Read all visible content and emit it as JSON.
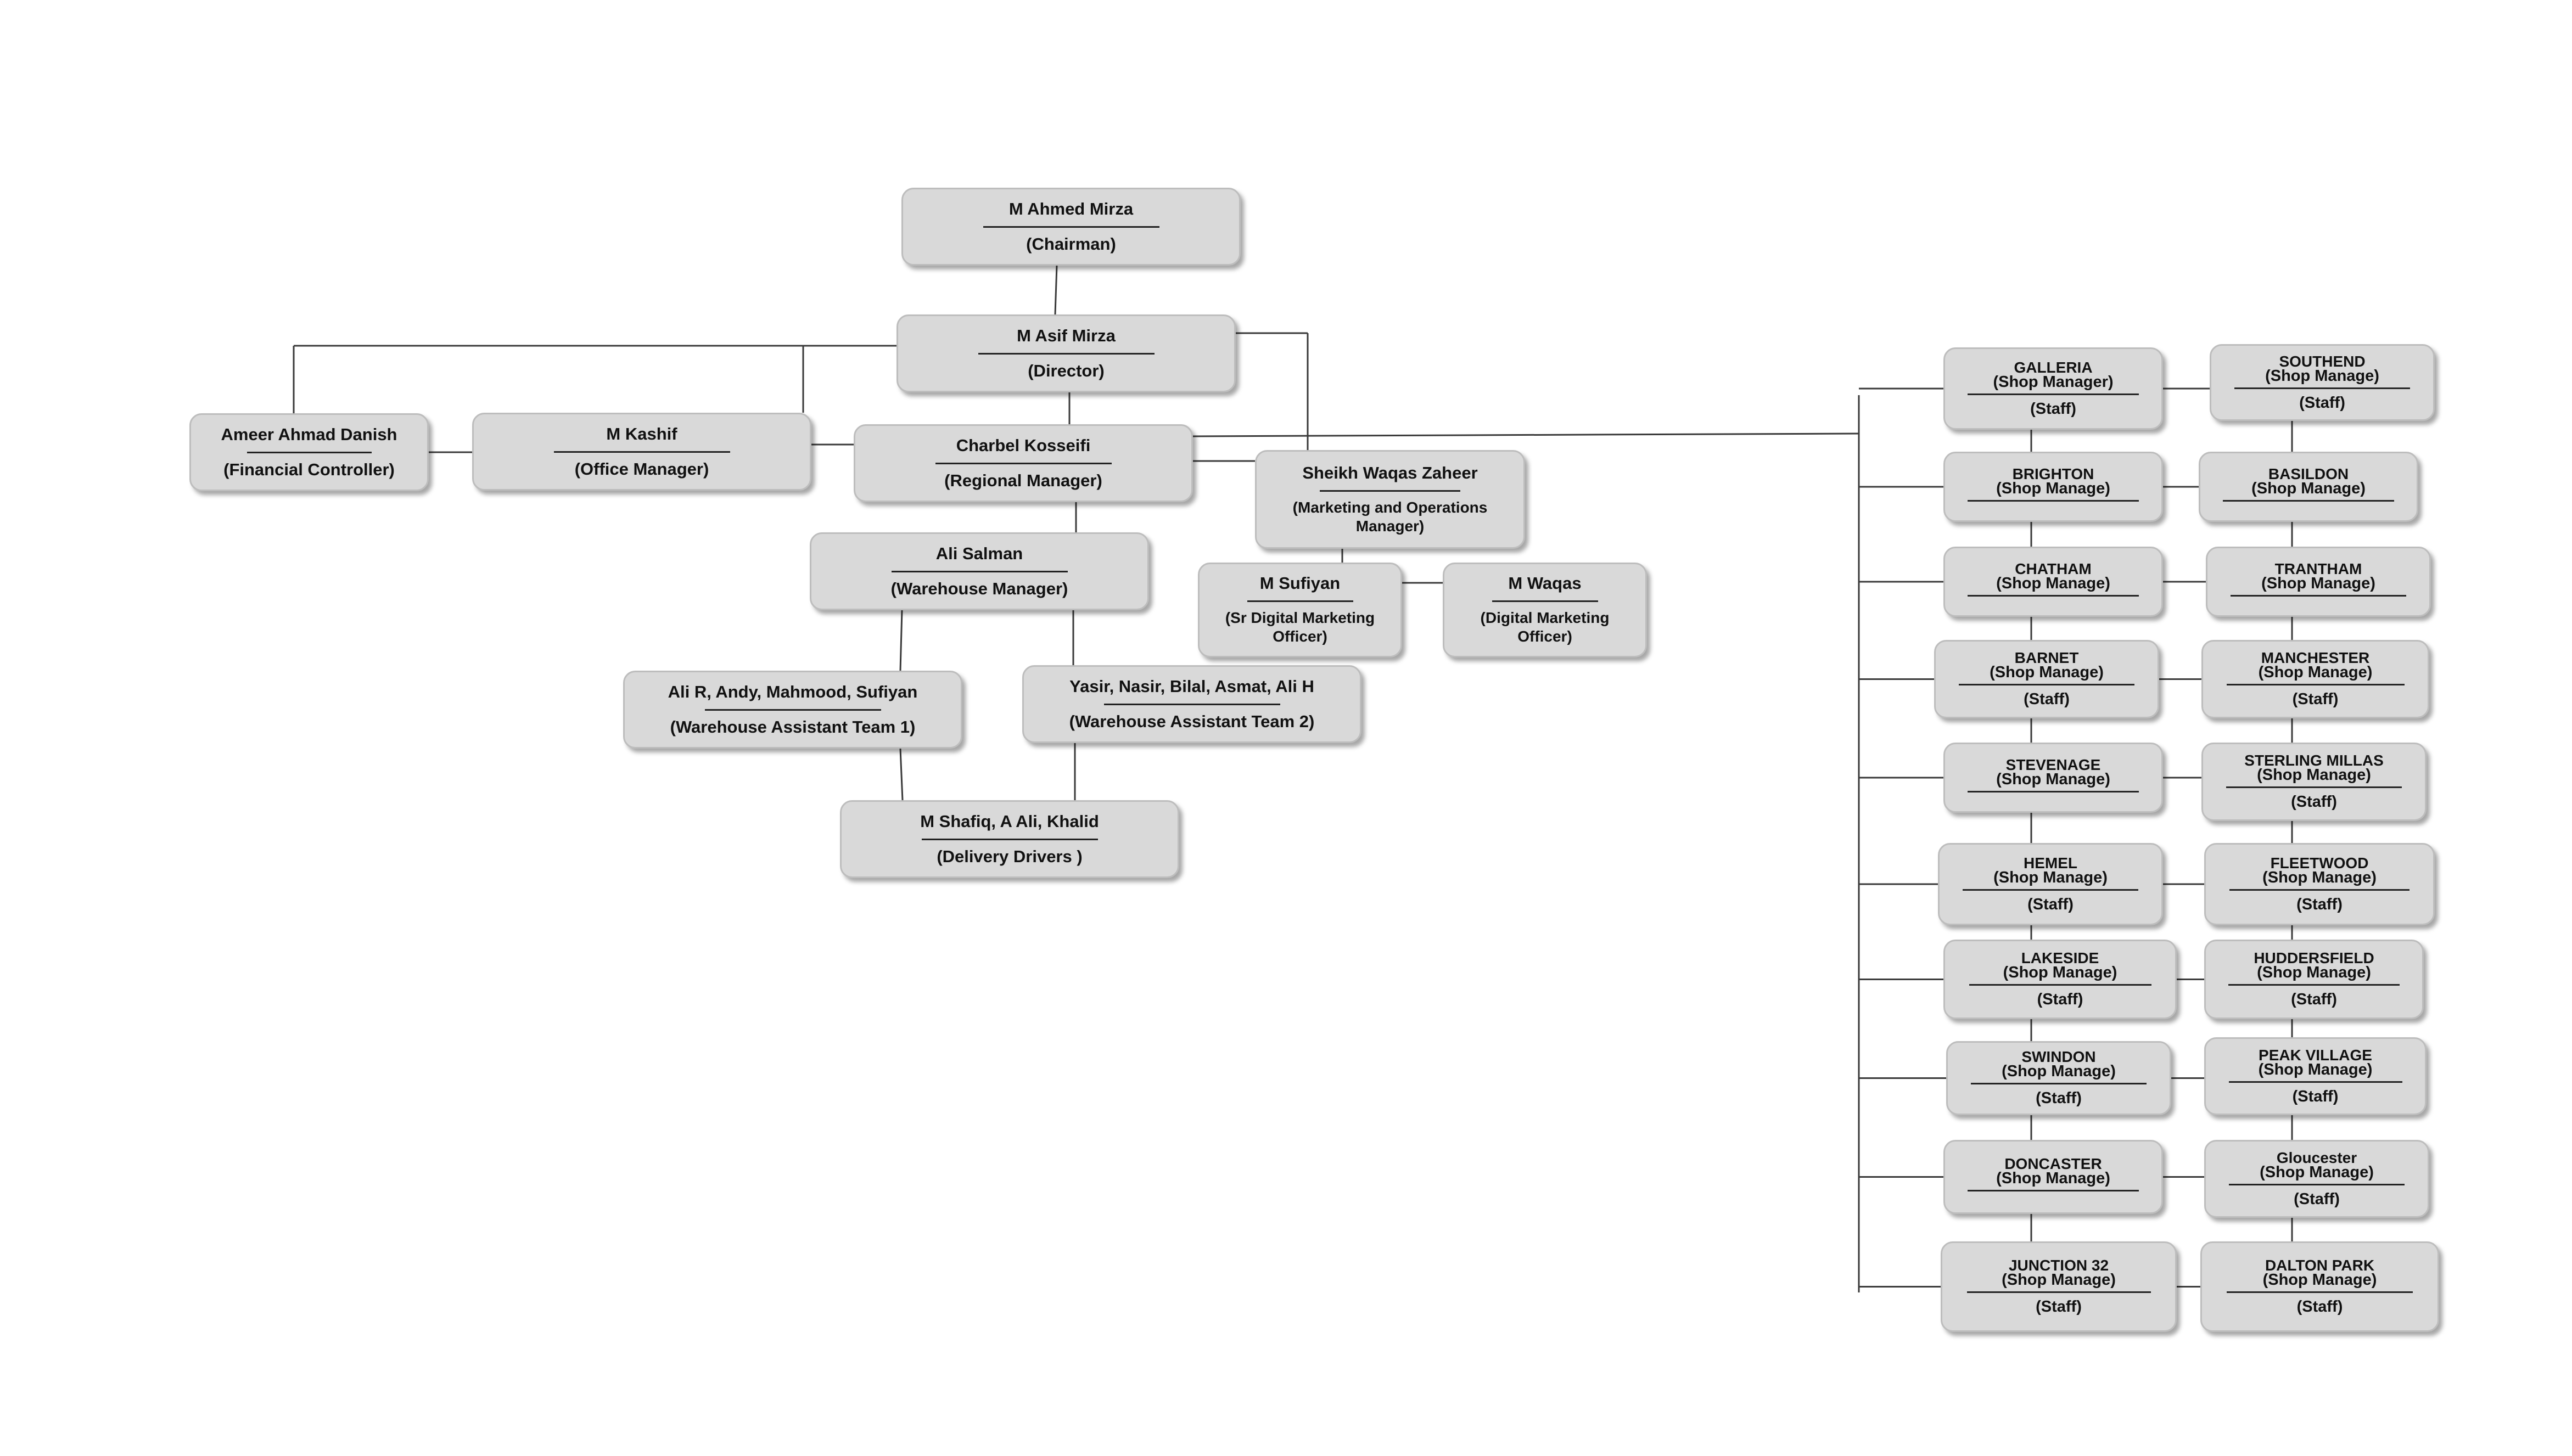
{
  "colors": {
    "box_fill": "#d9d9d9",
    "box_border": "#bdbdbd",
    "line": "#3a3a3a",
    "text": "#111111"
  },
  "org": {
    "chairman": {
      "name": "M Ahmed Mirza",
      "role": "(Chairman)"
    },
    "director": {
      "name": "M Asif Mirza",
      "role": "(Director)"
    },
    "financial_controller": {
      "name": "Ameer Ahmad Danish",
      "role": "(Financial Controller)"
    },
    "office_manager": {
      "name": "M Kashif",
      "role": "(Office Manager)"
    },
    "regional_manager": {
      "name": "Charbel Kosseifi",
      "role": "(Regional Manager)"
    },
    "marketing_manager": {
      "name": "Sheikh Waqas Zaheer",
      "role": "(Marketing and Operations Manager)"
    },
    "warehouse_manager": {
      "name": "Ali Salman",
      "role": "(Warehouse Manager)"
    },
    "sr_digital": {
      "name": "M Sufiyan",
      "role": "(Sr Digital Marketing Officer)"
    },
    "digital": {
      "name": "M Waqas",
      "role": "(Digital Marketing Officer)"
    },
    "team1": {
      "name": "Ali R, Andy, Mahmood, Sufiyan",
      "role": "(Warehouse Assistant Team 1)"
    },
    "team2": {
      "name": "Yasir, Nasir, Bilal, Asmat, Ali H",
      "role": "(Warehouse Assistant Team 2)"
    },
    "drivers": {
      "name": "M Shafiq, A Ali, Khalid",
      "role": "(Delivery Drivers )"
    }
  },
  "shops": {
    "left": [
      {
        "name": "GALLERIA",
        "sub": "(Shop Manager)",
        "role": "(Staff)"
      },
      {
        "name": "BRIGHTON",
        "sub": "(Shop Manage)",
        "role": ""
      },
      {
        "name": "CHATHAM",
        "sub": "(Shop Manage)",
        "role": ""
      },
      {
        "name": "BARNET",
        "sub": "(Shop Manage)",
        "role": "(Staff)"
      },
      {
        "name": "STEVENAGE",
        "sub": "(Shop Manage)",
        "role": ""
      },
      {
        "name": "HEMEL",
        "sub": "(Shop Manage)",
        "role": "(Staff)"
      },
      {
        "name": "LAKESIDE",
        "sub": "(Shop Manage)",
        "role": "(Staff)"
      },
      {
        "name": "SWINDON",
        "sub": "(Shop Manage)",
        "role": "(Staff)"
      },
      {
        "name": "DONCASTER",
        "sub": "(Shop Manage)",
        "role": ""
      },
      {
        "name": "JUNCTION 32",
        "sub": "(Shop Manage)",
        "role": "(Staff)"
      }
    ],
    "right": [
      {
        "name": "SOUTHEND",
        "sub": "(Shop Manage)",
        "role": "(Staff)"
      },
      {
        "name": "BASILDON",
        "sub": "(Shop Manage)",
        "role": ""
      },
      {
        "name": "TRANTHAM",
        "sub": "(Shop Manage)",
        "role": ""
      },
      {
        "name": "MANCHESTER",
        "sub": "(Shop Manage)",
        "role": "(Staff)"
      },
      {
        "name": "STERLING MILLAS",
        "sub": "(Shop Manage)",
        "role": "(Staff)"
      },
      {
        "name": "FLEETWOOD",
        "sub": "(Shop Manage)",
        "role": "(Staff)"
      },
      {
        "name": "HUDDERSFIELD",
        "sub": "(Shop Manage)",
        "role": "(Staff)"
      },
      {
        "name": "PEAK VILLAGE",
        "sub": "(Shop Manage)",
        "role": "(Staff)"
      },
      {
        "name": "Gloucester",
        "sub": "(Shop Manage)",
        "role": "(Staff)"
      },
      {
        "name": "DALTON PARK",
        "sub": "(Shop Manage)",
        "role": "(Staff)"
      }
    ]
  }
}
